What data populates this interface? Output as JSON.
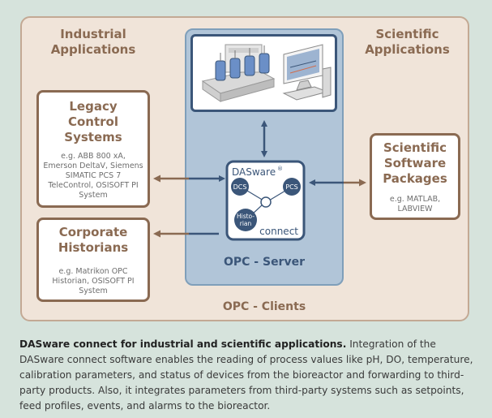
{
  "headings": {
    "industrial": "Industrial Applications",
    "scientific": "Scientific Applications"
  },
  "boxes": {
    "legacy": {
      "title": "Legacy Control Systems",
      "subtitle": "e.g. ABB 800 xA, Emerson DeltaV, Siemens SIMATIC PCS 7 TeleControl, OSISOFT PI System"
    },
    "historians": {
      "title": "Corporate Historians",
      "subtitle": "e.g. Matrikon OPC Historian, OSISOFT PI System"
    },
    "scientific": {
      "title": "Scientific Software Packages",
      "subtitle": "e.g. MATLAB, LABVIEW"
    }
  },
  "dasware": {
    "brand": "DASware",
    "reg": "®",
    "dcs": "DCS",
    "pcs": "PCS",
    "historian_line1": "Histo-",
    "historian_line2": "rian",
    "connect": "connect"
  },
  "labels": {
    "server": "OPC - Server",
    "clients": "OPC - Clients"
  },
  "caption": {
    "bold": "DASware connect for industrial and scientific applications.",
    "text": " Integration of the DASware connect software enables the reading of process values like pH, DO, temperature, calibration parameters, and status of devices from the bioreactor and forwarding to third-party products. Also, it integrates parameters from third-party systems such as setpoints, feed profiles, events, and alarms to the bioreactor."
  },
  "colors": {
    "background": "#d6e3dc",
    "client_area": "#f0e4d9",
    "server_area": "#b1c5d8",
    "brown": "#8a6a52",
    "blue": "#3b5679"
  }
}
